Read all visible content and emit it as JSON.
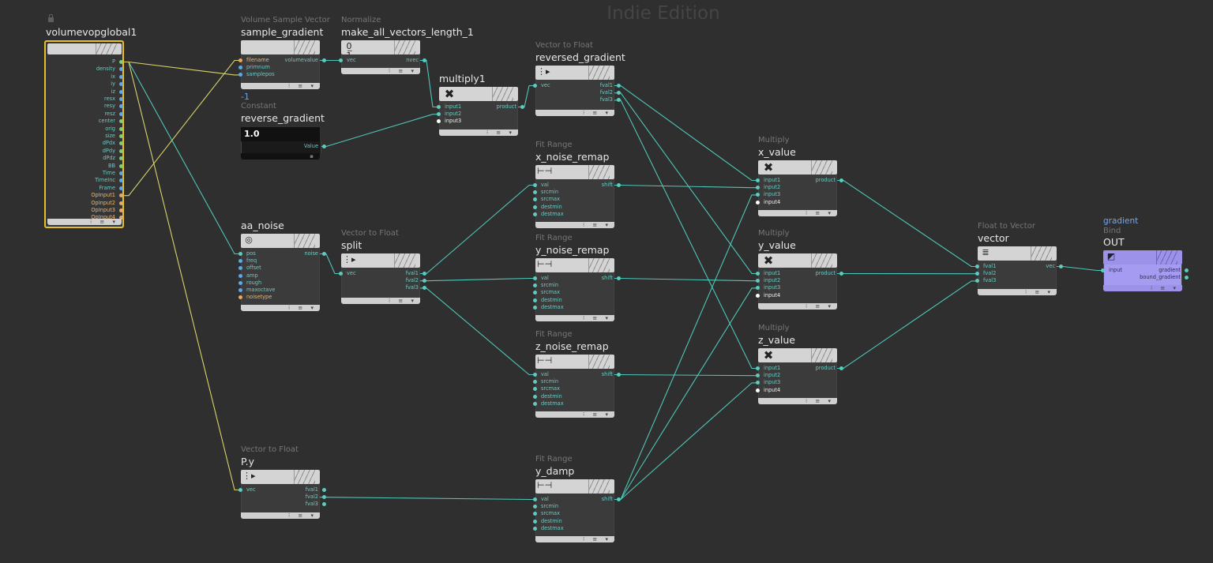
{
  "watermark": "Indie Edition",
  "nodes": {
    "global": {
      "title": "volumevopglobal1",
      "ports": [
        "P",
        "density",
        "ix",
        "iy",
        "iz",
        "resx",
        "resy",
        "resz",
        "center",
        "orig",
        "size",
        "dPdx",
        "dPdy",
        "dPdz",
        "BB",
        "Time",
        "TimeInc",
        "Frame",
        "OpInput1",
        "OpInput2",
        "OpInput3",
        "OpInput4"
      ]
    },
    "sample_gradient": {
      "type": "Volume Sample Vector",
      "title": "sample_gradient",
      "inputs": [
        "filename",
        "primnum",
        "samplepos"
      ],
      "outputs": [
        "volumevalue"
      ]
    },
    "normalize": {
      "type": "Normalize",
      "title": "make_all_vectors_length_1",
      "inputs": [
        "vec"
      ],
      "outputs": [
        "nvec"
      ],
      "icon": "0 1"
    },
    "multiply1": {
      "title": "multiply1",
      "inputs": [
        "input1",
        "input2",
        "input3"
      ],
      "outputs": [
        "product"
      ]
    },
    "reversed_gradient": {
      "type": "Vector to Float",
      "title": "reversed_gradient",
      "inputs": [
        "vec"
      ],
      "outputs": [
        "fval1",
        "fval2",
        "fval3"
      ]
    },
    "reverse_gradient": {
      "value_label": "-1",
      "type": "Constant",
      "title": "reverse_gradient",
      "display": "1.0",
      "outputs": [
        "Value"
      ]
    },
    "aa_noise": {
      "title": "aa_noise",
      "inputs": [
        "pos",
        "freq",
        "offset",
        "amp",
        "rough",
        "maxoctave",
        "noisetype"
      ],
      "outputs": [
        "noise"
      ]
    },
    "split": {
      "type": "Vector to Float",
      "title": "split",
      "inputs": [
        "vec"
      ],
      "outputs": [
        "fval1",
        "fval2",
        "fval3"
      ]
    },
    "x_noise_remap": {
      "type": "Fit Range",
      "title": "x_noise_remap",
      "inputs": [
        "val",
        "srcmin",
        "srcmax",
        "destmin",
        "destmax"
      ],
      "outputs": [
        "shift"
      ]
    },
    "y_noise_remap": {
      "type": "Fit Range",
      "title": "y_noise_remap",
      "inputs": [
        "val",
        "srcmin",
        "srcmax",
        "destmin",
        "destmax"
      ],
      "outputs": [
        "shift"
      ]
    },
    "z_noise_remap": {
      "type": "Fit Range",
      "title": "z_noise_remap",
      "inputs": [
        "val",
        "srcmin",
        "srcmax",
        "destmin",
        "destmax"
      ],
      "outputs": [
        "shift"
      ]
    },
    "y_damp": {
      "type": "Fit Range",
      "title": "y_damp",
      "inputs": [
        "val",
        "srcmin",
        "srcmax",
        "destmin",
        "destmax"
      ],
      "outputs": [
        "shift"
      ]
    },
    "py": {
      "type": "Vector to Float",
      "title": "P.y",
      "inputs": [
        "vec"
      ],
      "outputs": [
        "fval1",
        "fval2",
        "fval3"
      ]
    },
    "x_value": {
      "type": "Multiply",
      "title": "x_value",
      "inputs": [
        "input1",
        "input2",
        "input3",
        "input4"
      ],
      "outputs": [
        "product"
      ]
    },
    "y_value": {
      "type": "Multiply",
      "title": "y_value",
      "inputs": [
        "input1",
        "input2",
        "input3",
        "input4"
      ],
      "outputs": [
        "product"
      ]
    },
    "z_value": {
      "type": "Multiply",
      "title": "z_value",
      "inputs": [
        "input1",
        "input2",
        "input3",
        "input4"
      ],
      "outputs": [
        "product"
      ]
    },
    "vector": {
      "type": "Float to Vector",
      "title": "vector",
      "inputs": [
        "fval1",
        "fval2",
        "fval3"
      ],
      "outputs": [
        "vec"
      ]
    },
    "out": {
      "bind_name": "gradient",
      "type": "Bind",
      "title": "OUT",
      "inputs": [
        "input"
      ],
      "outputs": [
        "gradient",
        "bound_gradient"
      ]
    }
  },
  "colors": {
    "background": "#2f2f2f",
    "wire": "#4fc6b8",
    "wire_yellow": "#d9d36a",
    "selected": "#e5c02a",
    "bind_node": "#a59cf2"
  }
}
